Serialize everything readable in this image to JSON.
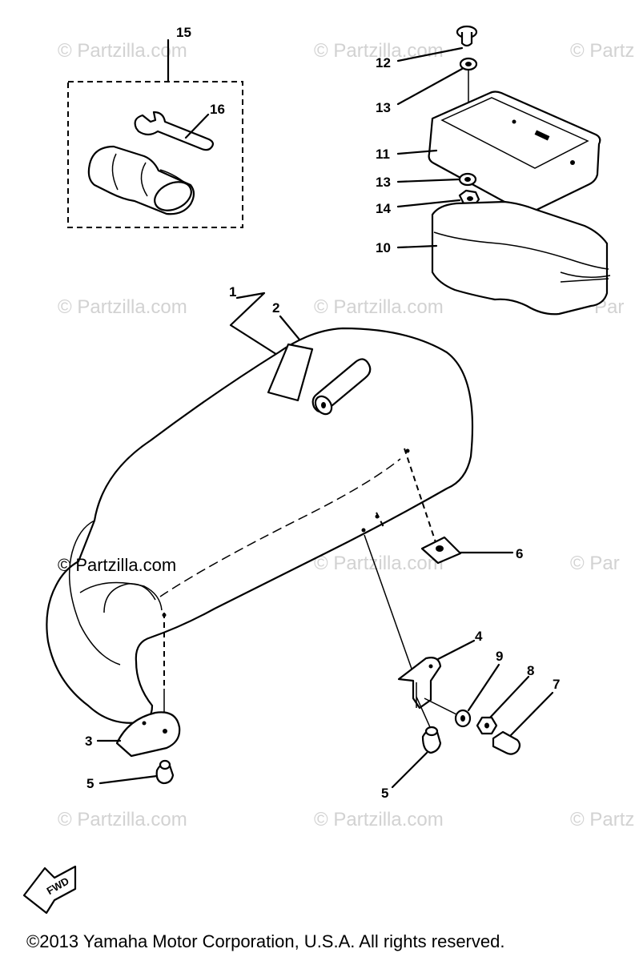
{
  "watermarks": {
    "brand": "© Partzilla.com",
    "brand_cut": "© Partz",
    "brand_cut2": "© Par",
    "brand_cut3": "Par"
  },
  "main_watermark": "© Partzilla.com",
  "fwd_label": "FWD",
  "copyright": "©2013 Yamaha Motor Corporation, U.S.A. All rights reserved.",
  "callouts": {
    "c1": "1",
    "c2": "2",
    "c3": "3",
    "c4": "4",
    "c5a": "5",
    "c5b": "5",
    "c6": "6",
    "c7": "7",
    "c8": "8",
    "c9": "9",
    "c10": "10",
    "c11": "11",
    "c12": "12",
    "c13a": "13",
    "c13b": "13",
    "c14": "14",
    "c15": "15",
    "c16": "16"
  }
}
